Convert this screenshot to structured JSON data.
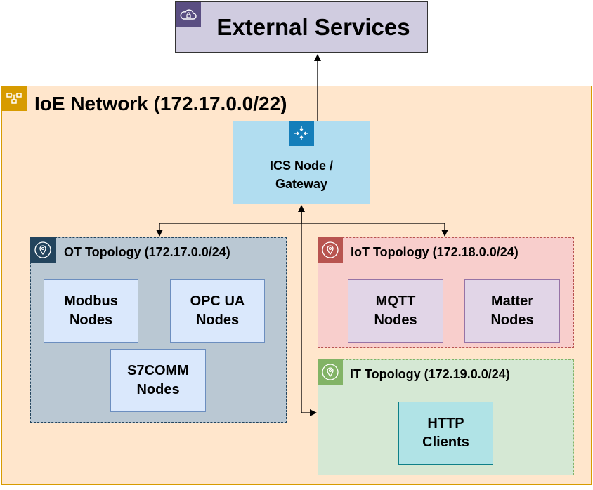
{
  "external": {
    "title": "External Services"
  },
  "ioe": {
    "title": "IoE Network (172.17.0.0/22)"
  },
  "gateway": {
    "line1": "ICS Node /",
    "line2": "Gateway"
  },
  "ot": {
    "title": "OT Topology (172.17.0.0/24)",
    "nodes": [
      {
        "line1": "Modbus",
        "line2": "Nodes"
      },
      {
        "line1": "OPC UA",
        "line2": "Nodes"
      },
      {
        "line1": "S7COMM",
        "line2": "Nodes"
      }
    ]
  },
  "iot": {
    "title": "IoT Topology (172.18.0.0/24)",
    "nodes": [
      {
        "line1": "MQTT",
        "line2": "Nodes"
      },
      {
        "line1": "Matter",
        "line2": "Nodes"
      }
    ]
  },
  "it": {
    "title": "IT Topology (172.19.0.0/24)",
    "nodes": [
      {
        "line1": "HTTP",
        "line2": "Clients"
      }
    ]
  },
  "colors": {
    "external_fill": "#d0cce0",
    "ioe_fill": "#ffe6cc",
    "ioe_border": "#d79b00",
    "gateway_fill": "#b1ddf0",
    "ot_fill": "#bac8d3",
    "iot_fill": "#f8cecc",
    "it_fill": "#d5e8d4",
    "node_fill": "#dae8fc",
    "iot_node_fill": "#e1d5e7",
    "http_fill": "#b0e3e6"
  }
}
